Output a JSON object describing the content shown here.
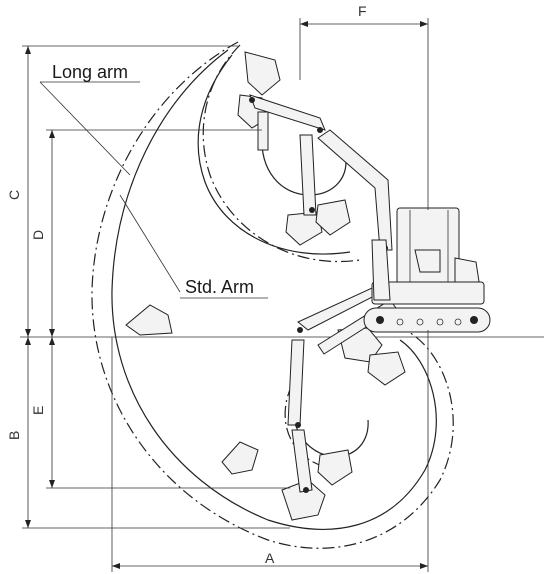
{
  "callouts": {
    "long_arm": "Long arm",
    "std_arm": "Std. Arm"
  },
  "dimensions": {
    "a": "A",
    "b": "B",
    "c": "C",
    "d": "D",
    "e": "E",
    "f": "F"
  }
}
